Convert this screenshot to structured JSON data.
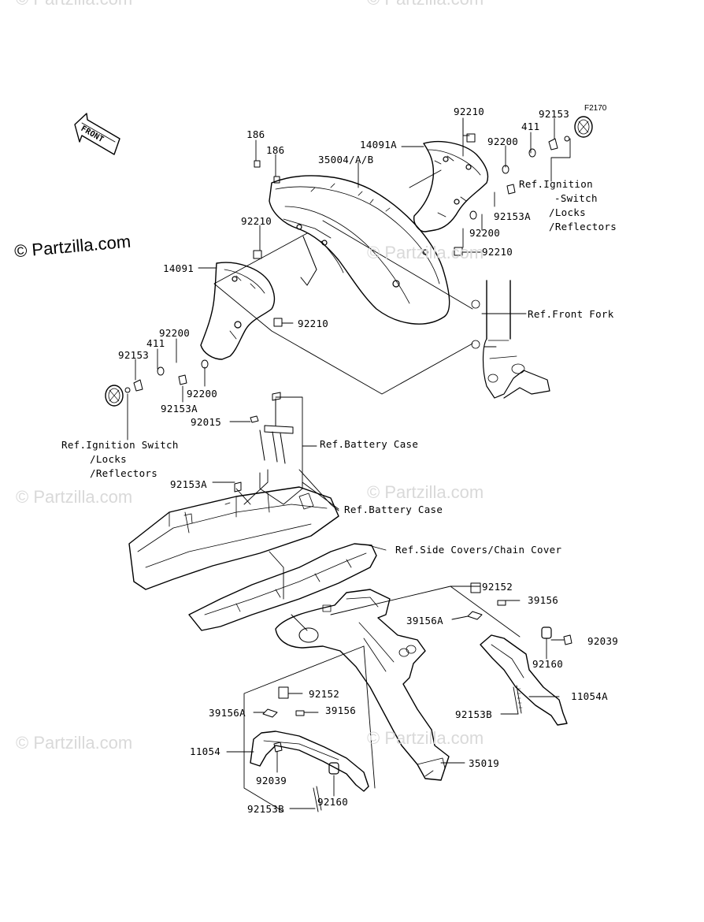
{
  "watermark": "© Partzilla.com",
  "copyright": "© Partzilla.com",
  "figure_code": "F2170",
  "front_marker": "FRONT",
  "labels": {
    "p186a": "186",
    "p186b": "186",
    "p35004": "35004/A/B",
    "p14091A": "14091A",
    "p92210_top": "92210",
    "p411_top": "411",
    "p92153_top": "92153",
    "p92200_top": "92200",
    "ref_ign_r1": "Ref.Ignition",
    "ref_ign_r2": "-Switch",
    "ref_ign_r3": "/Locks",
    "ref_ign_r4": "/Reflectors",
    "p92153A_r": "92153A",
    "p92200_r": "92200",
    "p92210_r": "92210",
    "p92210_l": "92210",
    "p14091": "14091",
    "p92210_c": "92210",
    "ref_front_fork": "Ref.Front Fork",
    "p92200_l": "92200",
    "p411_l": "411",
    "p92153_l": "92153",
    "p92200_l2": "92200",
    "p92153A_l": "92153A",
    "ref_ign_l1": "Ref.Ignition Switch",
    "ref_ign_l2": "/Locks",
    "ref_ign_l3": "/Reflectors",
    "p92015": "92015",
    "ref_batt1": "Ref.Battery Case",
    "p92153A_m": "92153A",
    "ref_batt2": "Ref.Battery Case",
    "ref_side": "Ref.Side Covers/Chain Cover",
    "p92152_r": "92152",
    "p39156_r": "39156",
    "p39156A_r": "39156A",
    "p92039_r": "92039",
    "p92160_r": "92160",
    "p11054A": "11054A",
    "p92153B_r": "92153B",
    "p92152_l": "92152",
    "p39156A_l": "39156A",
    "p39156_l": "39156",
    "p11054": "11054",
    "p92039_l": "92039",
    "p35019": "35019",
    "p92160_l": "92160",
    "p92153B_l": "92153B"
  }
}
